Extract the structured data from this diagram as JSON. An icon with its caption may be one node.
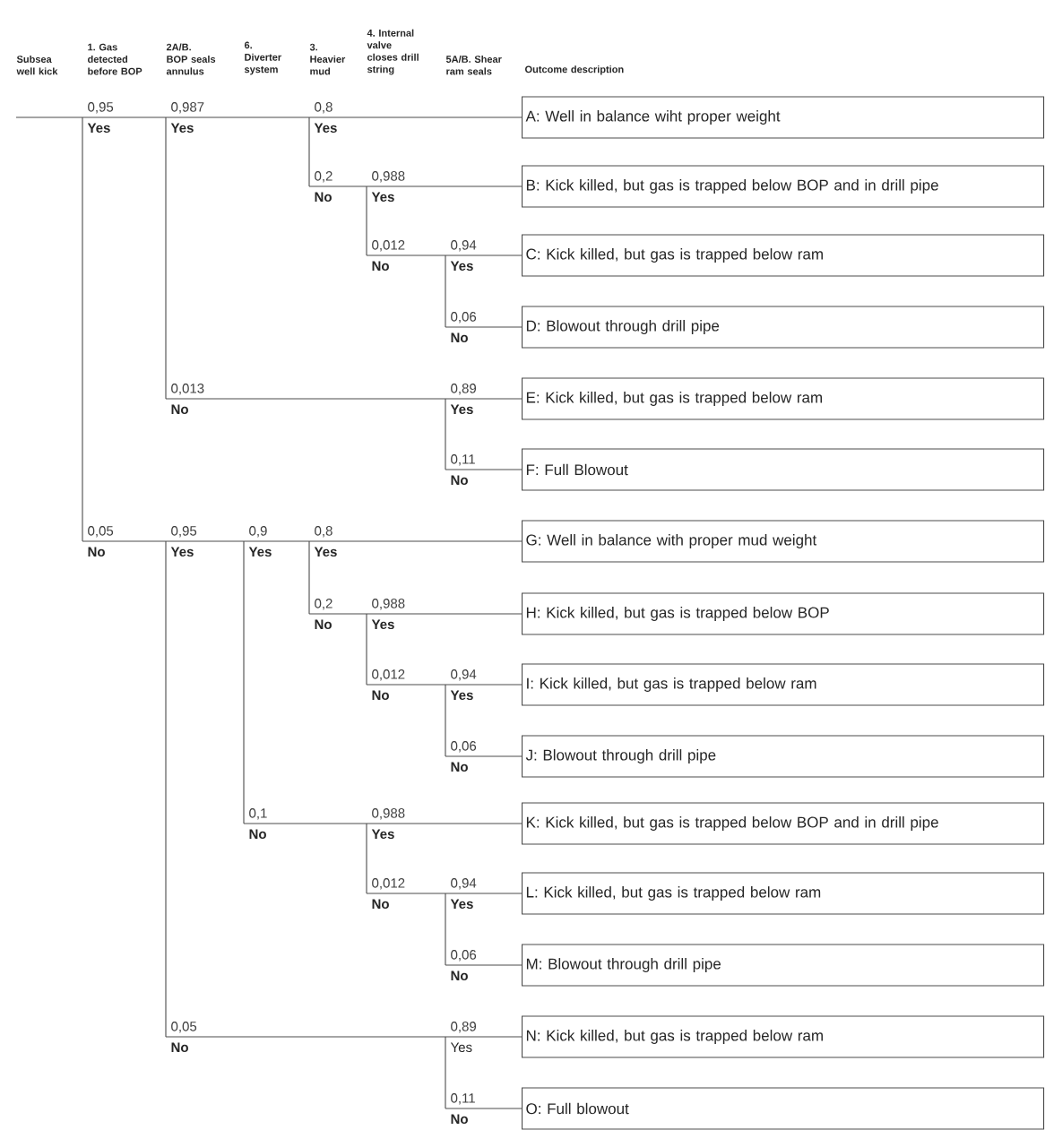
{
  "diagram": {
    "nodes": [
      {
        "text": [
          "A: Well in balance wiht proper weight"
        ]
      },
      {
        "text": [
          "B: Kick killed, but gas is trapped below BOP and in drill pipe"
        ]
      },
      {
        "text": [
          "C: Kick killed, but gas is trapped below ram"
        ]
      },
      {
        "text": [
          "D: Blowout through drill pipe"
        ]
      },
      {
        "text": [
          "E: Kick killed, but gas is trapped below ram"
        ]
      },
      {
        "text": [
          "F: Full Blowout"
        ]
      },
      {
        "text": [
          "G: Well in balance with proper mud weight"
        ]
      },
      {
        "text": [
          "H: Kick killed, but gas is trapped below BOP"
        ]
      },
      {
        "text": [
          "I: Kick killed, but gas is trapped below ram"
        ]
      },
      {
        "text": [
          "J: Blowout through drill pipe"
        ]
      },
      {
        "text": [
          "K: Kick killed, but gas is trapped below BOP and in drill pipe"
        ]
      },
      {
        "text": [
          "L: Kick killed, but gas is trapped below ram"
        ]
      },
      {
        "text": [
          "M: Blowout through drill pipe"
        ]
      },
      {
        "text": [
          "N: Kick killed, but gas is trapped below ram"
        ]
      },
      {
        "text": [
          "O: Full blowout"
        ]
      }
    ],
    "labels": [
      "Subsea well kick",
      "1. Gas detected before BOP",
      "2A/B. BOP seals annulus",
      "6. Diverter system",
      "3. Heavier mud",
      "4. Internal valve closes drill string",
      "5A/B. Shear ram seals",
      "Outcome description",
      "0,95",
      "0,987",
      "0,8",
      "Yes",
      "Yes",
      "Yes",
      "0,2",
      "0,988",
      "No",
      "Yes",
      "0,012",
      "0,94",
      "No",
      "Yes",
      "0,06",
      "No",
      "0,013",
      "0,89",
      "No",
      "Yes",
      "0,11",
      "No",
      "0,05",
      "0,95",
      "0,9",
      "0,8",
      "No",
      "Yes",
      "Yes",
      "Yes",
      "0,2",
      "0,988",
      "No",
      "Yes",
      "0,012",
      "0,94",
      "No",
      "Yes",
      "0,06",
      "No",
      "0,1",
      "0,988",
      "No",
      "Yes",
      "0,012",
      "0,94",
      "No",
      "Yes",
      "0,06",
      "No",
      "0,05",
      "0,89",
      "No",
      "Yes",
      "0,11",
      "No"
    ]
  }
}
